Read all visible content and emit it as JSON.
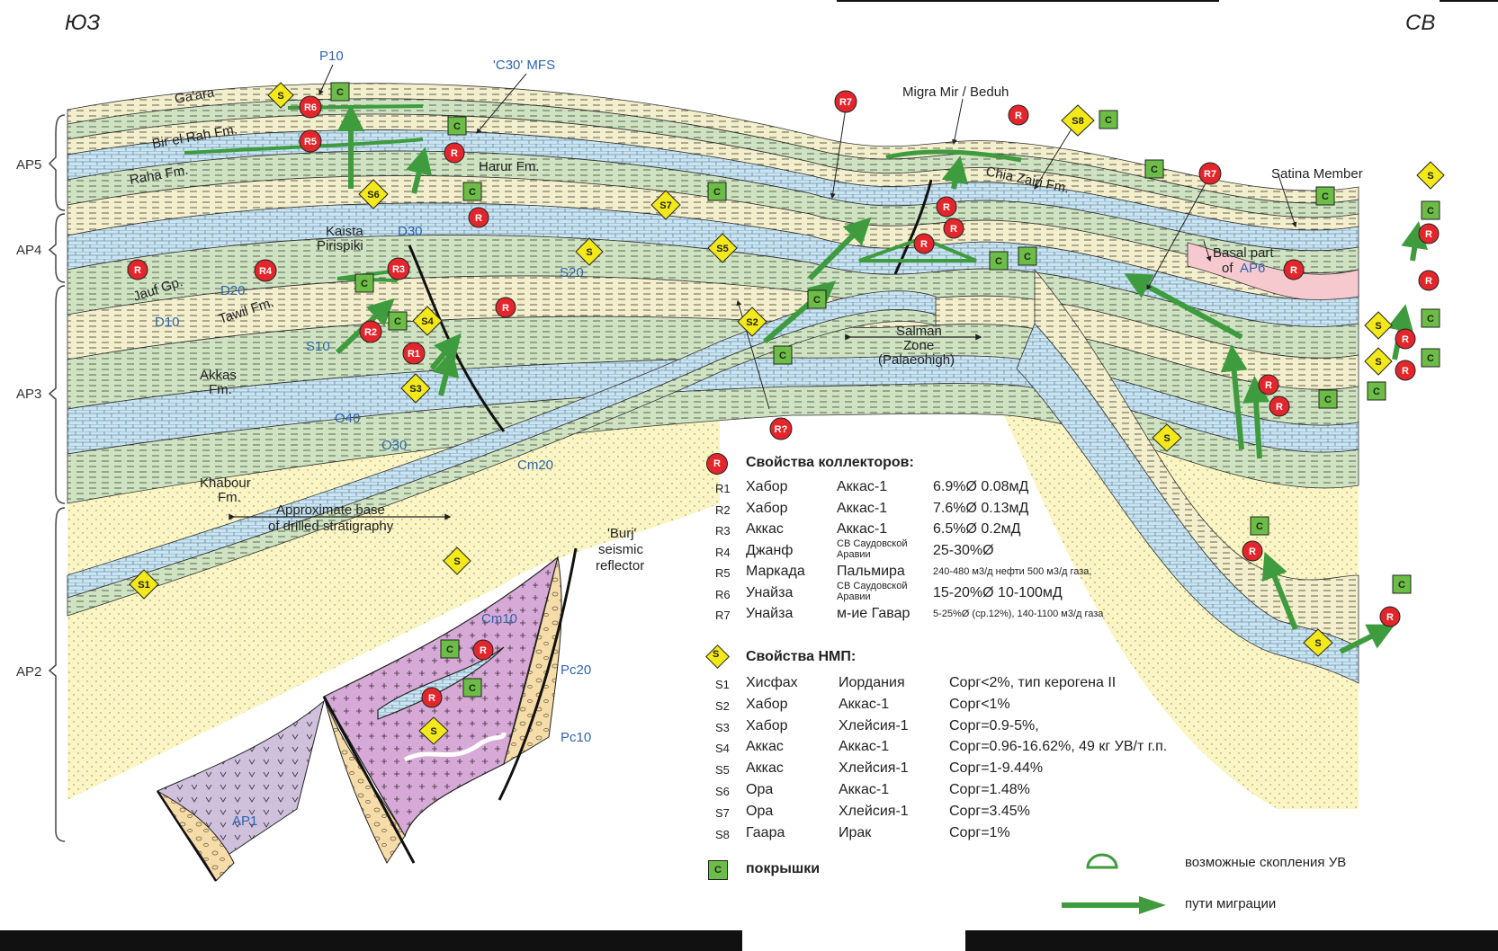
{
  "corners": {
    "sw": "ЮЗ",
    "ne": "СВ"
  },
  "megasequences": [
    "AP5",
    "AP4",
    "AP3",
    "AP2"
  ],
  "formations": {
    "gaara": "Ga'ara",
    "bir_el_rah": "Bir el Rah Fm.",
    "raha": "Raha Fm.",
    "harur": "Harur Fm.",
    "kaista": "Kaista",
    "pirispiki": "Pirispiki",
    "jauf": "Jauf Gp.",
    "tawil": "Tawil Fm.",
    "akkas": "Akkas",
    "akkas_fm": "Fm.",
    "khabour": "Khabour",
    "khabour_fm": "Fm.",
    "chia_zairi": "Chia Zairi Fm.",
    "migra_mir": "Migra Mir / Beduh",
    "satina": "Satina Member",
    "basal_part": "Basal part",
    "of": "of",
    "ap6": "AP6",
    "salman1": "Salman",
    "salman2": "Zone",
    "salman3": "(Palaeohigh)",
    "approx1": "Approximate base",
    "approx2": "of drilled stratigraphy",
    "burj1": "'Burj'",
    "burj2": "seismic",
    "burj3": "reflector",
    "ap1": "AP1"
  },
  "surfaces": {
    "p10": "P10",
    "c30": "'C30' MFS",
    "d30": "D30",
    "d20": "D20",
    "d10": "D10",
    "s20": "S20",
    "s10": "S10",
    "o40": "O40",
    "o30": "O30",
    "cm20": "Cm20",
    "cm10": "Cm10",
    "pc20": "Pc20",
    "pc10": "Pc10"
  },
  "markers": {
    "r1": "R1",
    "r2": "R2",
    "r3": "R3",
    "r4": "R4",
    "r5": "R5",
    "r6": "R6",
    "r7": "R7",
    "r": "R",
    "rq": "R?",
    "s1": "S1",
    "s3": "S3",
    "s4": "S4",
    "s5": "S5",
    "s6": "S6",
    "s7": "S7",
    "s8": "S8",
    "s": "S",
    "c": "C"
  },
  "legend": {
    "reservoir_title": "Свойства коллекторов:",
    "reservoir_rows": [
      {
        "code": "R1",
        "formation": "Хабор",
        "location": "Аккас-1",
        "props": "6.9%Ø 0.08мД"
      },
      {
        "code": "R2",
        "formation": "Хабор",
        "location": "Аккас-1",
        "props": "7.6%Ø 0.13мД"
      },
      {
        "code": "R3",
        "formation": "Аккас",
        "location": "Аккас-1",
        "props": "6.5%Ø 0.2мД"
      },
      {
        "code": "R4",
        "formation": "Джанф",
        "location": "СВ Саудовской Аравии",
        "props": "25-30%Ø"
      },
      {
        "code": "R5",
        "formation": "Маркада",
        "location": "Пальмира",
        "props": "240-480 м3/д нефти 500 м3/д газа,"
      },
      {
        "code": "R6",
        "formation": "Унайза",
        "location": "СВ Саудовской Аравии",
        "props": "15-20%Ø 10-100мД"
      },
      {
        "code": "R7",
        "formation": "Унайза",
        "location": "м-ие Гавар",
        "props": "5-25%Ø (ср.12%), 140-1100 м3/д газа"
      }
    ],
    "source_title": "Свойства НМП:",
    "source_rows": [
      {
        "code": "S1",
        "formation": "Хисфах",
        "location": "Иордания",
        "props": "Сорг<2%, тип керогена II"
      },
      {
        "code": "S2",
        "formation": "Хабор",
        "location": "Аккас-1",
        "props": "Сорг<1%"
      },
      {
        "code": "S3",
        "formation": "Хабор",
        "location": "Хлейсия-1",
        "props": "Сорг=0.9-5%,"
      },
      {
        "code": "S4",
        "formation": "Аккас",
        "location": "Аккас-1",
        "props": "Сорг=0.96-16.62%, 49 кг УВ/т г.п."
      },
      {
        "code": "S5",
        "formation": "Аккас",
        "location": "Хлейсия-1",
        "props": "Сорг=1-9.44%"
      },
      {
        "code": "S6",
        "formation": "Ора",
        "location": "Аккас-1",
        "props": "Сорг=1.48%"
      },
      {
        "code": "S7",
        "formation": "Ора",
        "location": "Хлейсия-1",
        "props": "Сорг=3.45%"
      },
      {
        "code": "S8",
        "formation": "Гаара",
        "location": "Ирак",
        "props": "Сорг=1%"
      }
    ],
    "seal_title": "покрышки",
    "accumulation": "возможные скопления УВ",
    "migration": "пути миграции"
  },
  "colors": {
    "sand": "#faf5c2",
    "limestone_blue": "#c9e4f2",
    "shale_green": "#cfe3c2",
    "pink": "#f6c9cf",
    "basement_purple": "#d7a9d6",
    "lilac": "#cfc0dc",
    "conglomerate": "#f5dca8",
    "reservoir_red": "#e3262c",
    "source_yellow": "#f3e81a",
    "seal_green": "#6cbd45",
    "migration_green": "#3e9b3e",
    "surface_blue": "#2e64ad"
  }
}
